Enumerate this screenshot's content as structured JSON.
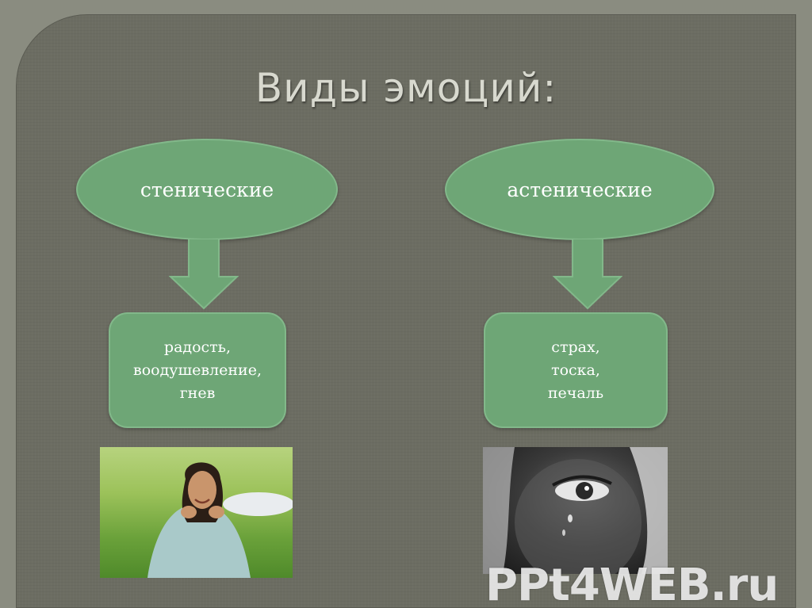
{
  "title": "Виды эмоций:",
  "categories": [
    {
      "label": "стенические",
      "examples": [
        "радость,",
        "воодушевление,",
        "гнев"
      ]
    },
    {
      "label": "астенические",
      "examples": [
        "страх,",
        "тоска,",
        "печаль"
      ]
    }
  ],
  "watermark": "PPt4WEB.ru",
  "colors": {
    "background": "#6c6d62",
    "shape_fill": "#6ea676",
    "title_text": "#d8d9cf"
  },
  "icons": {
    "arrow": "down-arrow-icon"
  }
}
